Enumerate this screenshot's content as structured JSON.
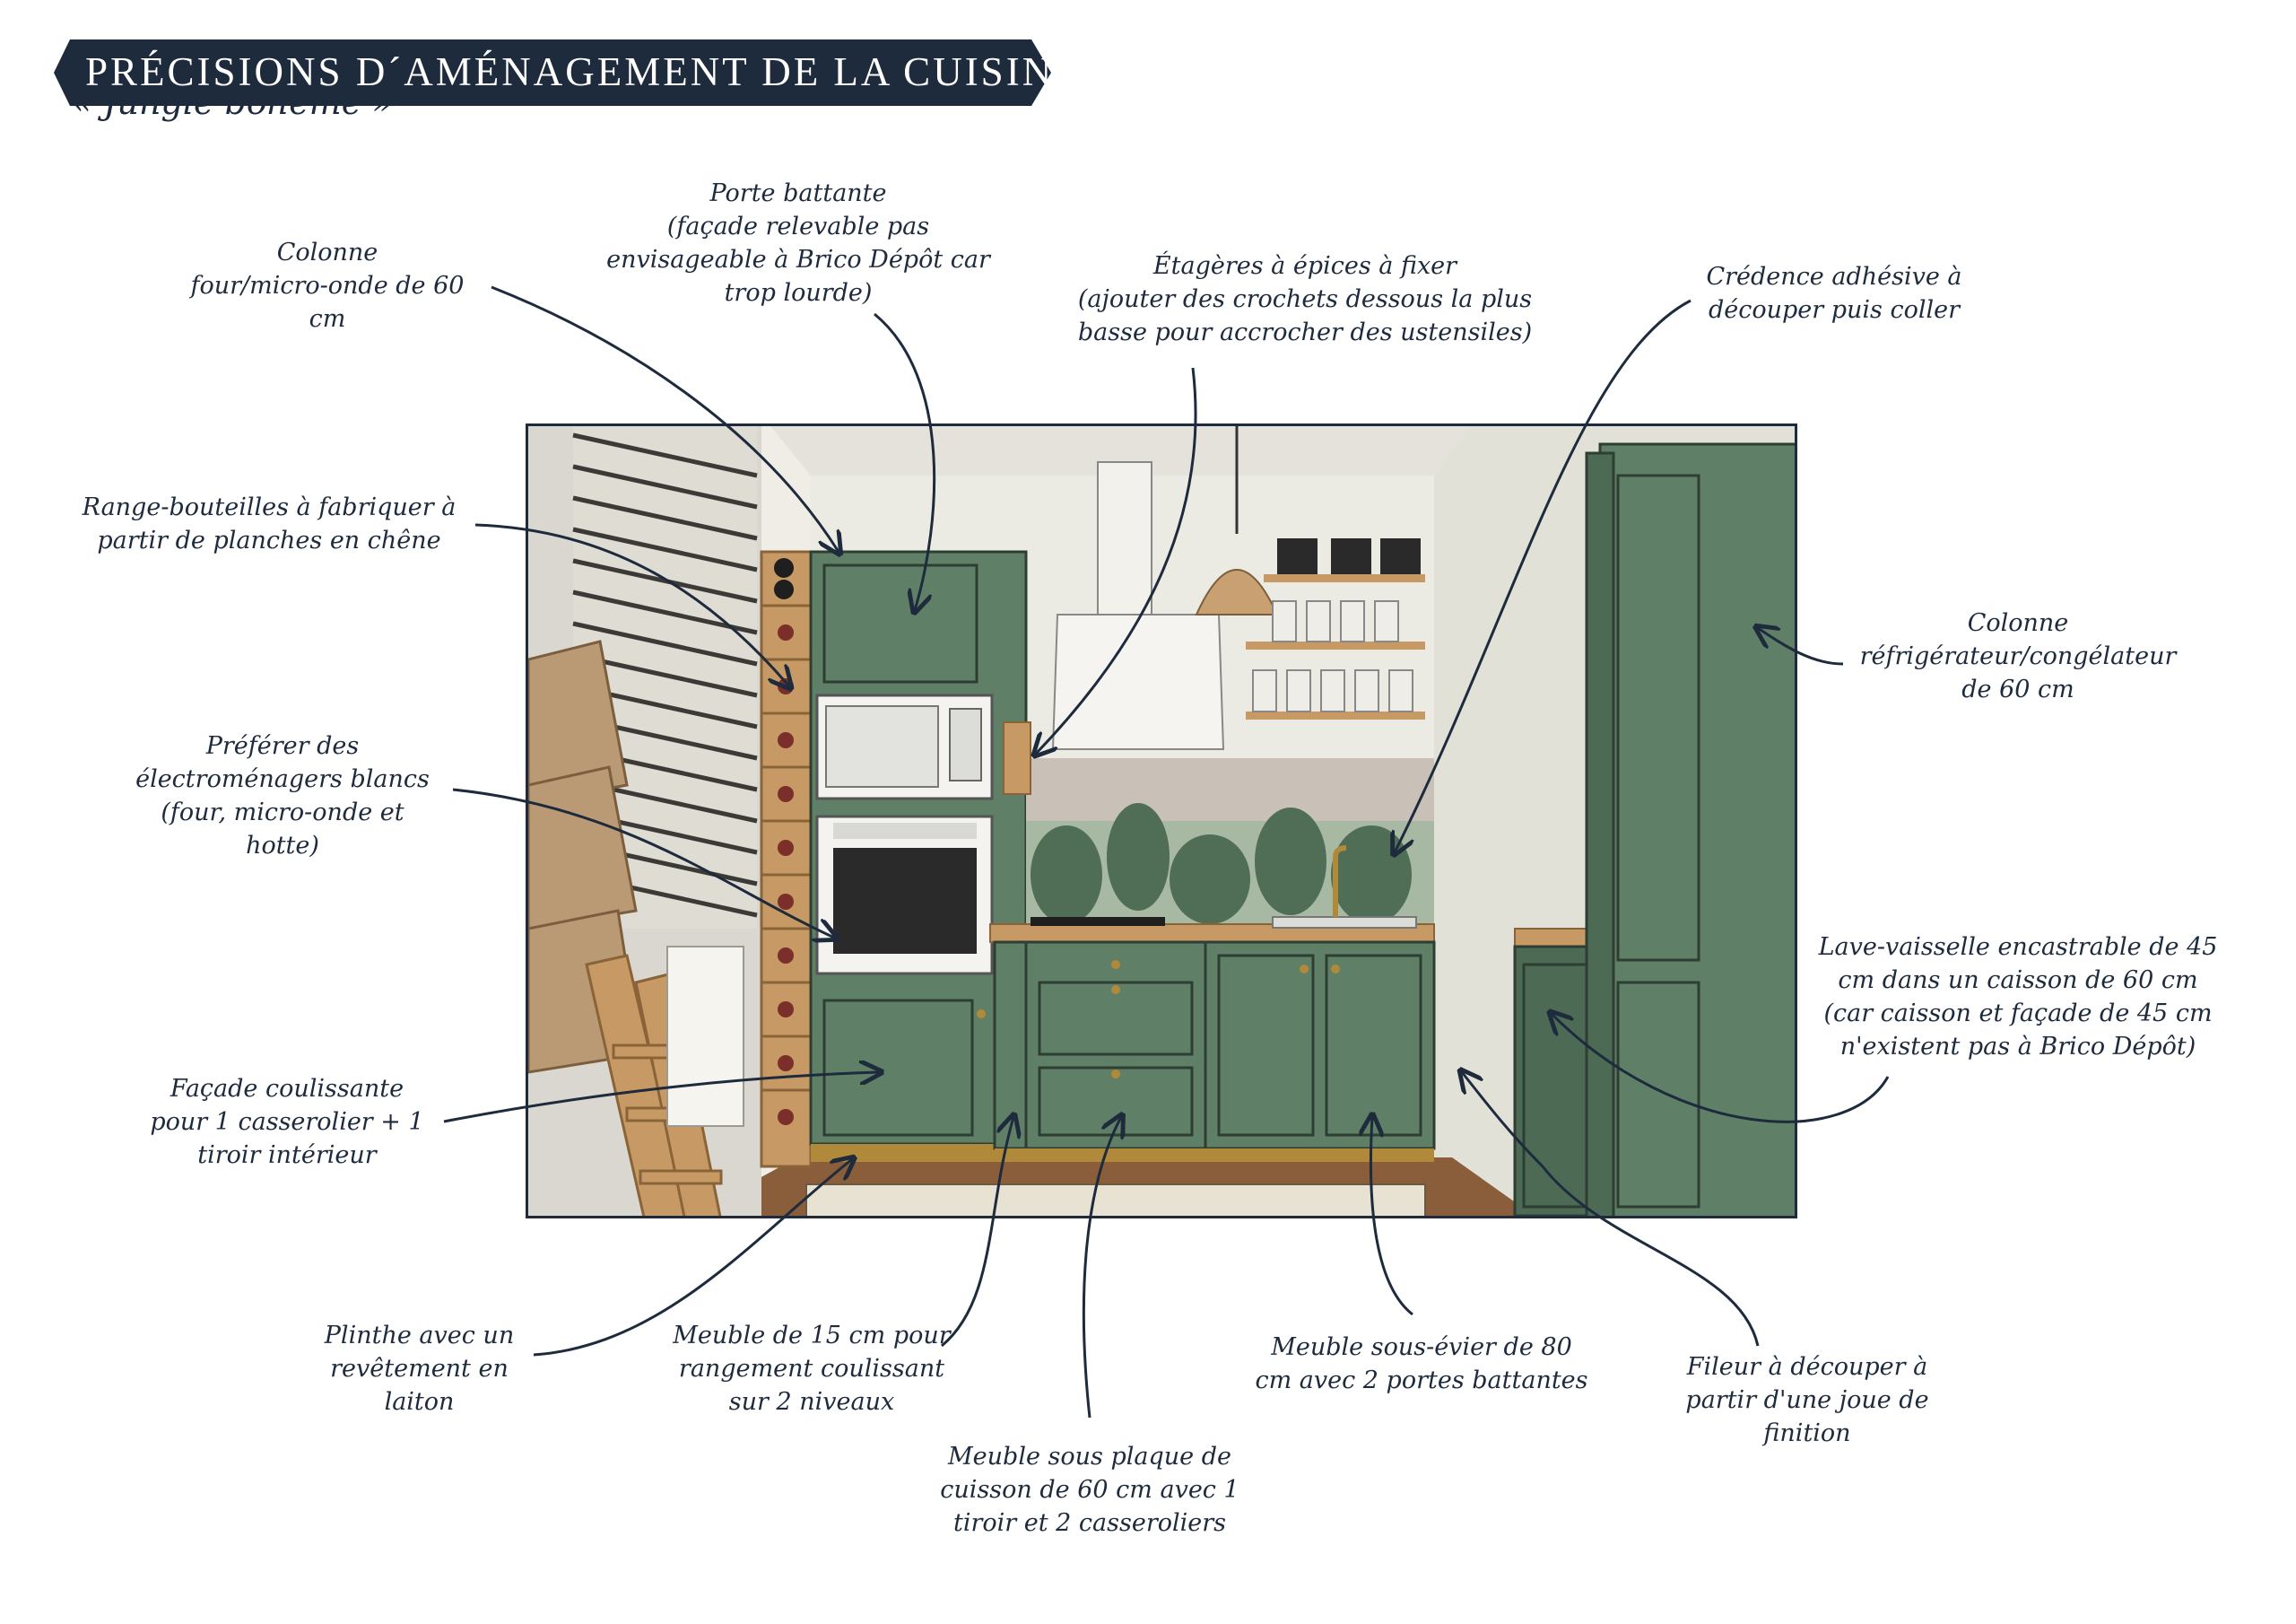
{
  "header": {
    "title": "PRÉCISIONS D´AMÉNAGEMENT DE LA CUISINE",
    "subtitle": "« Jungle bohème »"
  },
  "labels": {
    "colonne_four": [
      "Colonne",
      "four/micro-onde de 60",
      "cm"
    ],
    "porte_battante": [
      "Porte battante",
      "(façade relevable pas",
      "envisageable à Brico Dépôt car",
      "trop lourde)"
    ],
    "etageres": [
      "Étagères à épices à fixer",
      "(ajouter des crochets dessous la plus",
      "basse pour accrocher des ustensiles)"
    ],
    "credence": [
      "Crédence adhésive à",
      "découper puis coller"
    ],
    "range_bouteilles": [
      "Range-bouteilles à fabriquer à",
      "partir de planches en chêne"
    ],
    "colonne_frigo": [
      "Colonne",
      "réfrigérateur/congélateur",
      "de 60 cm"
    ],
    "electromenagers": [
      "Préférer des",
      "électroménagers blancs",
      "(four, micro-onde et",
      "hotte)"
    ],
    "lave_vaisselle": [
      "Lave-vaisselle encastrable de 45",
      "cm dans un caisson de 60 cm",
      "(car caisson et façade de 45 cm",
      "n'existent pas à Brico Dépôt)"
    ],
    "facade_coulissante": [
      "Façade coulissante",
      "pour 1 casserolier + 1",
      "tiroir intérieur"
    ],
    "plinthe": [
      "Plinthe avec un",
      "revêtement en",
      "laiton"
    ],
    "meuble_15": [
      "Meuble de 15 cm pour",
      "rangement coulissant",
      "sur 2 niveaux"
    ],
    "sous_evier": [
      "Meuble sous-évier de 80",
      "cm avec 2 portes battantes"
    ],
    "fileur": [
      "Fileur à découper à",
      "partir d'une joue de",
      "finition"
    ],
    "sous_plaque": [
      "Meuble sous plaque de",
      "cuisson de 60 cm avec 1",
      "tiroir et 2 casseroliers"
    ]
  },
  "colors": {
    "navy": "#1e2b3d",
    "cabinet_green": "#5f8067",
    "cabinet_green_dark": "#4c6a54",
    "wood": "#c79a65",
    "brass": "#b08a3a"
  }
}
